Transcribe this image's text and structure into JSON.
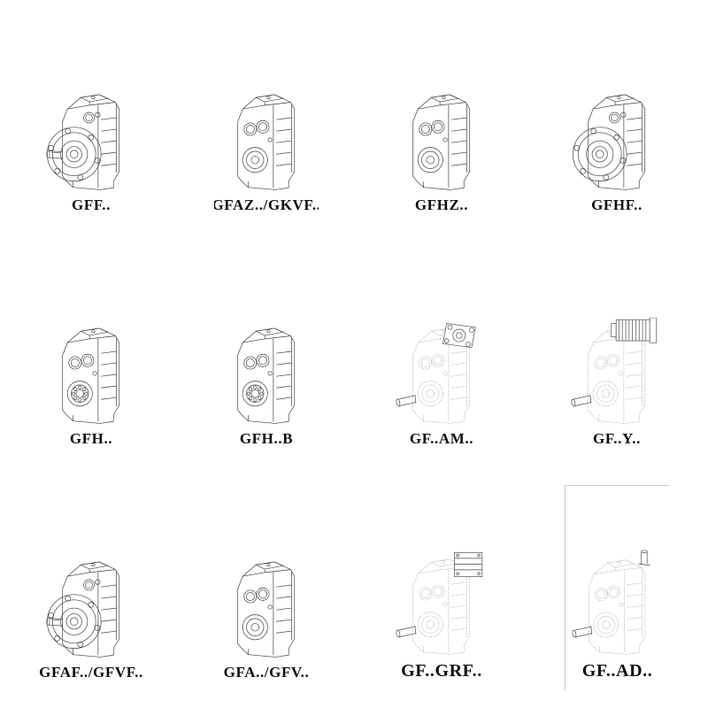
{
  "colors": {
    "solid_line": "#3d3d3d",
    "dashed_line": "#a6a6a6",
    "label_text": "#0d0d0d"
  },
  "cells": [
    {
      "label": "GFF..",
      "symbol": "#sym-flange-shaft",
      "variant": "flange-mounted-with-output-shaft",
      "style": "solid"
    },
    {
      "label": "GFAZ../GKVF..",
      "symbol": "#sym-plain",
      "variant": "shaft-mounted-housing",
      "style": "solid"
    },
    {
      "label": "GFHZ..",
      "symbol": "#sym-plain",
      "variant": "hollow-shaft-housing",
      "style": "solid"
    },
    {
      "label": "GFHF..",
      "symbol": "#sym-flange",
      "variant": "flange-mounted-hollow-shaft",
      "style": "solid"
    },
    {
      "label": "GFH..",
      "symbol": "#sym-bearing",
      "variant": "hollow-shaft-with-bearing",
      "style": "solid"
    },
    {
      "label": "GFH..B",
      "symbol": "#sym-bearing",
      "variant": "hollow-shaft-with-bearing-B",
      "style": "solid"
    },
    {
      "label": "GF..AM..",
      "symbol": "#sym-am",
      "variant": "ghost-housing-with-motor-adapter-flange",
      "style": "dashed"
    },
    {
      "label": "GF..Y..",
      "symbol": "#sym-motor",
      "variant": "ghost-housing-with-mounted-motor",
      "style": "dashed"
    },
    {
      "label": "GFAF../GFVF..",
      "symbol": "#sym-flange-shaft",
      "variant": "flange-mounted-with-output-shaft",
      "style": "solid"
    },
    {
      "label": "GFA../GFV..",
      "symbol": "#sym-plain",
      "variant": "shaft-mounted-housing",
      "style": "solid"
    },
    {
      "label": "GF..GRF..",
      "symbol": "#sym-grf",
      "variant": "ghost-housing-with-adapter-block",
      "style": "dashed"
    },
    {
      "label": "GF..AD..",
      "symbol": "#sym-ad",
      "variant": "ghost-housing-with-input-shaft-adapter",
      "style": "dashed"
    }
  ]
}
